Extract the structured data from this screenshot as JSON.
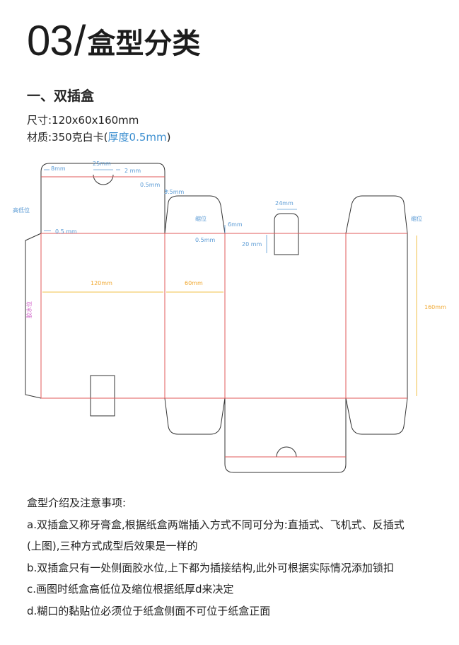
{
  "header": {
    "number": "03",
    "slash": "/",
    "title": "盒型分类"
  },
  "section_title": "一、双插盒",
  "specs": {
    "size": "尺寸:120x60x160mm",
    "material_prefix": "材质:350克白卡(",
    "material_highlight": "厚度0.5mm",
    "material_suffix": ")"
  },
  "diagram": {
    "labels": {
      "d_8mm": "8mm",
      "d_25mm": "25mm",
      "d_2mm": "2 mm",
      "d_05mm_a": "0.5mm",
      "d_35mm": "3.5mm",
      "d_24mm": "24mm",
      "high_low": "高低位",
      "d_05mm_b": "0.5 mm",
      "shrink_left": "缩位",
      "d_6mm": "6mm",
      "d_05mm_c": "0.5mm",
      "d_20mm": "20 mm",
      "shrink_right": "缩位",
      "d_120mm": "120mm",
      "d_60mm": "60mm",
      "d_160mm": "160mm",
      "glue": "胶水位"
    },
    "colors": {
      "outline": "#333333",
      "crease": "#e05a5a",
      "dimension": "#5b9bd5",
      "size_line": "#f0c24a",
      "glue_text": "#d061c8"
    }
  },
  "notes": {
    "heading": "盒型介绍及注意事项:",
    "line_a1": "a.双插盒又称牙膏盒,根据纸盒两端插入方式不同可分为:直插式、飞机式、反插式",
    "line_a2": "(上图),三种方式成型后效果是一样的",
    "line_b": "b.双插盒只有一处侧面胶水位,上下都为插接结构,此外可根据实际情况添加锁扣",
    "line_c": "c.画图时纸盒高低位及缩位根据纸厚d来决定",
    "line_d": "d.糊口的黏贴位必须位于纸盒侧面不可位于纸盒正面"
  }
}
